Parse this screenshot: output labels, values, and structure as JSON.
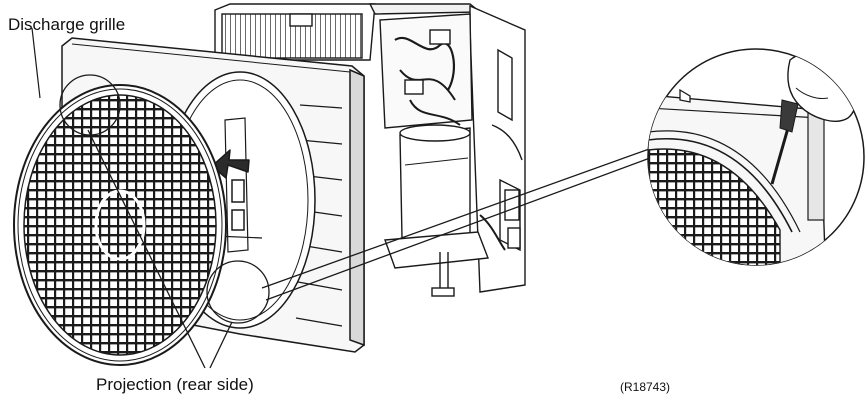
{
  "labels": {
    "discharge_grille": "Discharge grille",
    "projection": "Projection (rear side)",
    "figure_code": "(R18743)"
  },
  "colors": {
    "line": "#1a1a1a",
    "panel": "#f7f7f7",
    "shadow": "#d9d9d9",
    "dark": "#3a3a3a"
  },
  "icons": {
    "arrow": "rotate-left-arrow-icon",
    "tool": "screwdriver-icon"
  }
}
